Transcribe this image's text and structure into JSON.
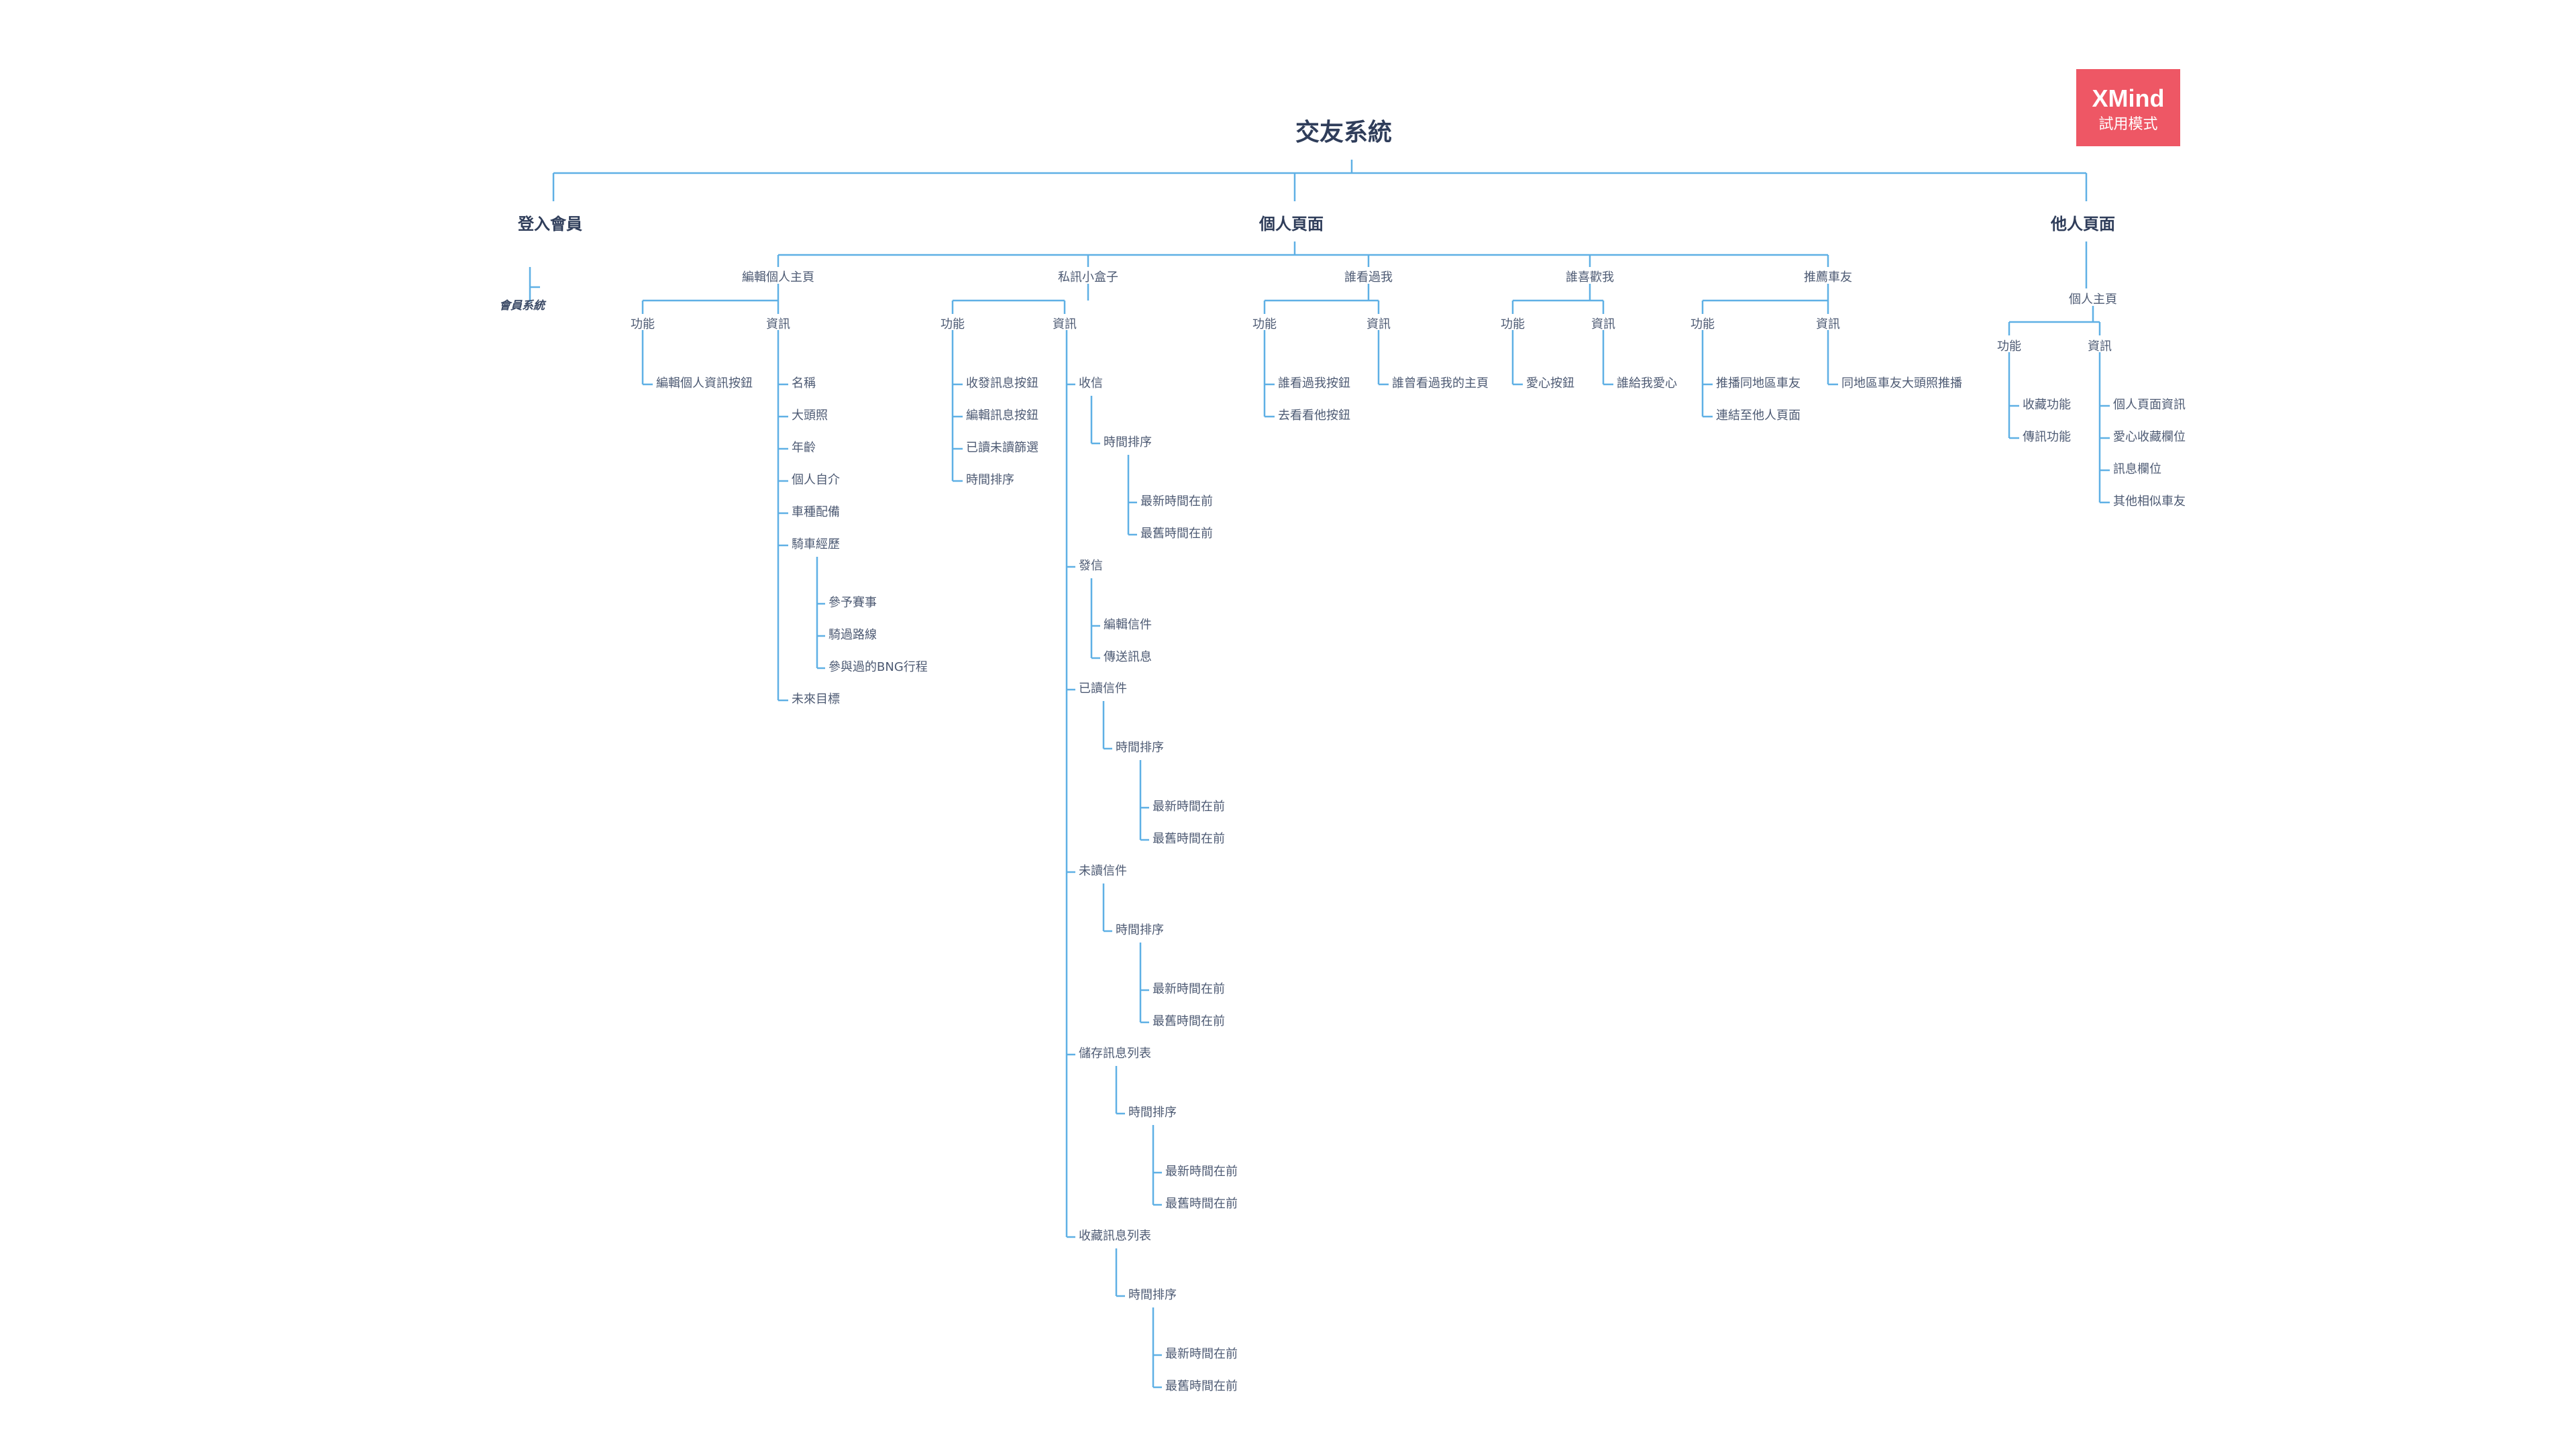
{
  "badge": {
    "brand": "XMind",
    "mode": "試用模式"
  },
  "colors": {
    "line": "#5fb0e5",
    "badge": "#ee5765",
    "text": "#3b4a66"
  },
  "root": "交友系統",
  "login": {
    "title": "登入會員",
    "child": "會員系統"
  },
  "personal": {
    "title": "個人頁面",
    "edit": {
      "title": "編輯個人主頁",
      "func": "功能",
      "info": "資訊",
      "func_items": [
        "編輯個人資訊按鈕"
      ],
      "info_items": [
        "名稱",
        "大頭照",
        "年齡",
        "個人自介",
        "車種配備",
        "騎車經歷",
        "未來目標"
      ],
      "ride_items": [
        "參予賽事",
        "騎過路線",
        "參與過的BNG行程"
      ]
    },
    "inbox": {
      "title": "私訊小盒子",
      "func": "功能",
      "info": "資訊",
      "func_items": [
        "收發訊息按鈕",
        "編輯訊息按鈕",
        "已讀未讀篩選",
        "時間排序"
      ],
      "receive": "收信",
      "send": "發信",
      "send_items": [
        "編輯信件",
        "傳送訊息"
      ],
      "read": "已讀信件",
      "unread": "未讀信件",
      "saved": "儲存訊息列表",
      "fav": "收藏訊息列表",
      "sort": "時間排序",
      "newest": "最新時間在前",
      "oldest": "最舊時間在前"
    },
    "viewed": {
      "title": "誰看過我",
      "func": "功能",
      "info": "資訊",
      "func_items": [
        "誰看過我按鈕",
        "去看看他按鈕"
      ],
      "info_items": [
        "誰曾看過我的主頁"
      ]
    },
    "liked": {
      "title": "誰喜歡我",
      "func": "功能",
      "info": "資訊",
      "func_items": [
        "愛心按鈕"
      ],
      "info_items": [
        "誰給我愛心"
      ]
    },
    "recommend": {
      "title": "推薦車友",
      "func": "功能",
      "info": "資訊",
      "func_items": [
        "推播同地區車友",
        "連結至他人頁面"
      ],
      "info_items": [
        "同地區車友大頭照推播"
      ]
    }
  },
  "others": {
    "title": "他人頁面",
    "home": "個人主頁",
    "func": "功能",
    "info": "資訊",
    "func_items": [
      "收藏功能",
      "傳訊功能"
    ],
    "info_items": [
      "個人頁面資訊",
      "愛心收藏欄位",
      "訊息欄位",
      "其他相似車友"
    ]
  }
}
